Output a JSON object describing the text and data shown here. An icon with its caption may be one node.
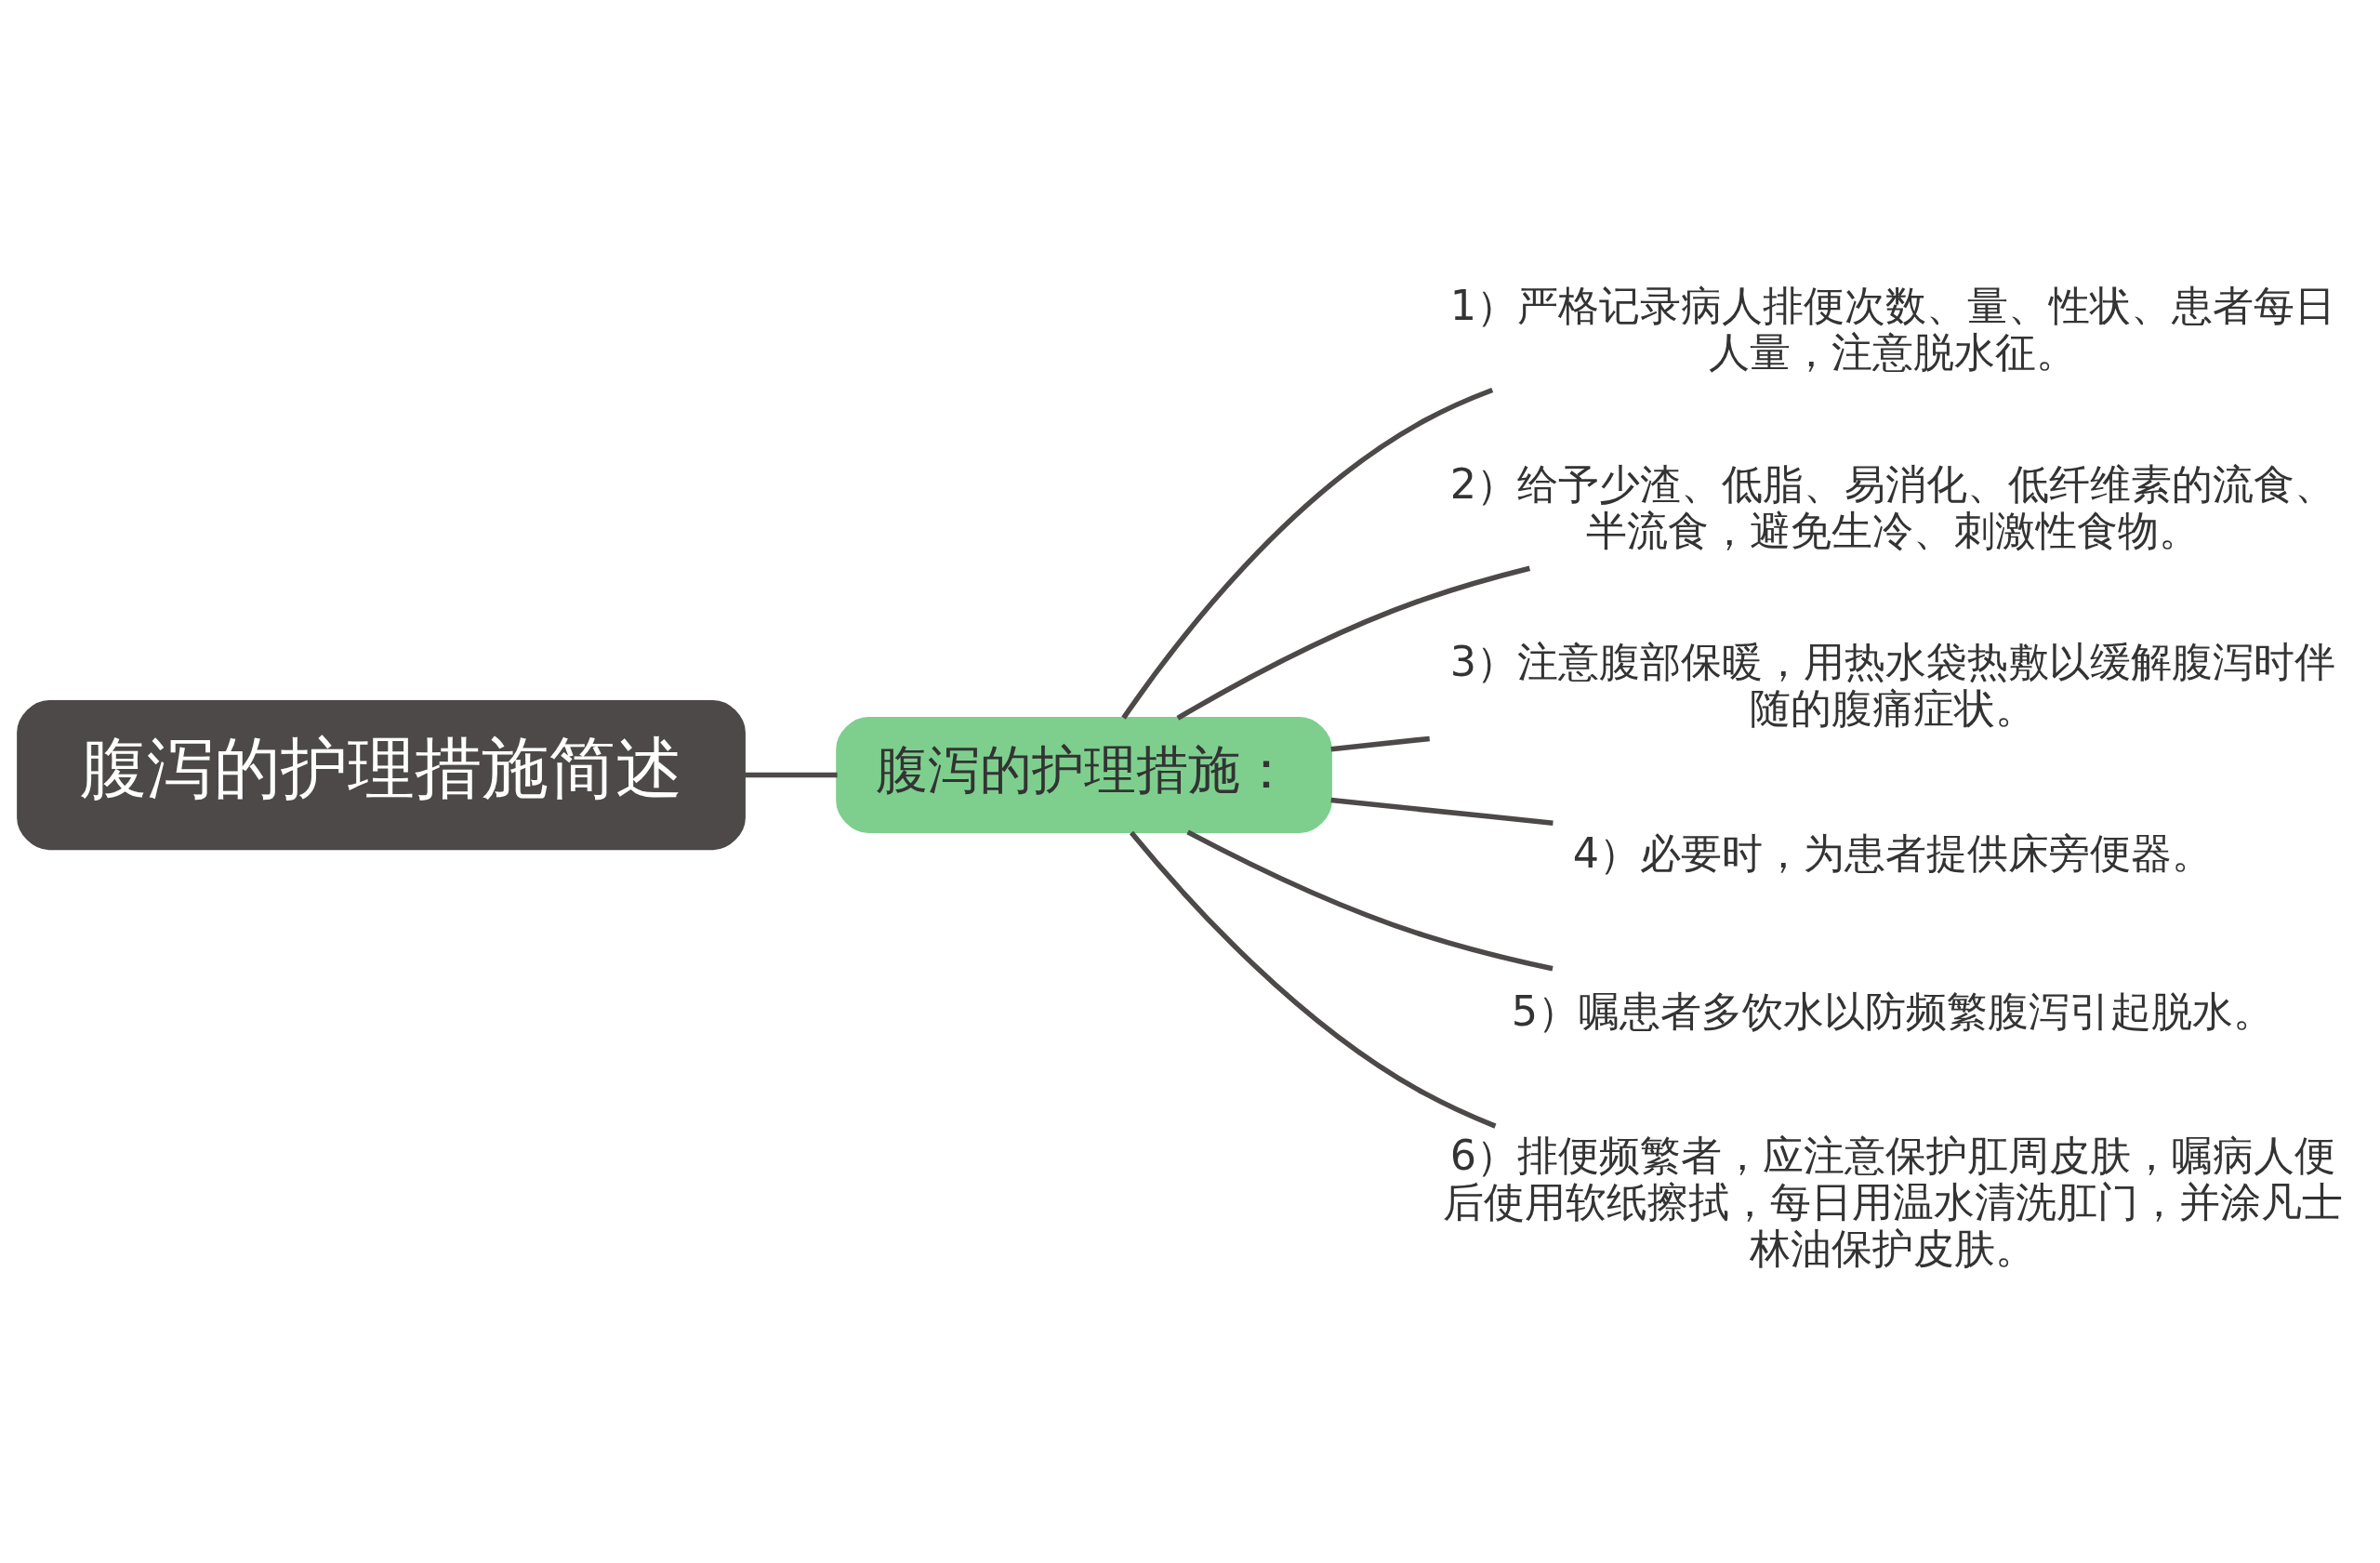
{
  "diagram": {
    "nodes": [
      {
        "text": [
          "腹泻的护理措施简述"
        ]
      },
      {
        "text": [
          "腹泻的护理措施："
        ]
      },
      {
        "text": [
          "1）严格记录病人排便次数、量、性状、患者每日人量，注意脱水征。"
        ]
      },
      {
        "text": [
          "2）给予少渣、低脂、易消化、低纤维素的流食、半流食，避免生冷、刺激性食物。"
        ]
      },
      {
        "text": [
          "3）注意腹部保暖，用热水袋热敷以缓解腹泻时伴随的腹痛症状。"
        ]
      },
      {
        "text": [
          "4）必要时，为患者提供床旁便器。"
        ]
      },
      {
        "text": [
          "5）嘱患者多饮水以防频繁腹泻引起脱水。"
        ]
      },
      {
        "text": [
          "6）排便频繁者，应注意保护肛周皮肤，嘱病人便后使用软纸擦拭，每日用温水清洗肛门，并涂凡士林油保护皮肤。"
        ]
      }
    ],
    "edges": [
      {
        "from": 0,
        "to": 1,
        "arrow": "none"
      },
      {
        "from": 1,
        "to": 2,
        "arrow": "none"
      },
      {
        "from": 1,
        "to": 3,
        "arrow": "none"
      },
      {
        "from": 1,
        "to": 4,
        "arrow": "none"
      },
      {
        "from": 1,
        "to": 5,
        "arrow": "none"
      },
      {
        "from": 1,
        "to": 6,
        "arrow": "none"
      },
      {
        "from": 1,
        "to": 7,
        "arrow": "none"
      }
    ]
  }
}
